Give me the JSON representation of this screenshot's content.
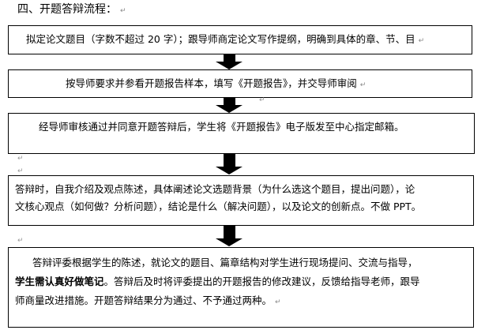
{
  "heading": {
    "text": "四、开题答辩流程：",
    "mark": "↵"
  },
  "steps": [
    {
      "text": "拟定论文题目（字数不超过 20 字）；跟导师商定论文写作提纲，明确到具体的章、节、目",
      "mark": "↵"
    },
    {
      "text": "按导师要求并参看开题报告样本，填写《开题报告》，并交导师审阅",
      "mark": "↵"
    },
    {
      "text": "经导师审核通过并同意开题答辩后，学生将《开题报告》电子版发至中心指定邮箱。"
    },
    {
      "line1": "答辩时，自我介绍及观点陈述，具体阐述论文选题背景（为什么选这个题目，提出问题），论",
      "line2": "文核心观点（如何做？分析问题），结论是什么（解决问题），以及论文的创新点。不做 PPT。"
    },
    {
      "line1": "答辩评委根据学生的陈述，就论文的题目、篇章结构对学生进行现场提问、交流与指导，",
      "line2_bold": "学生需认真好做笔记",
      "line2_rest": "。答辩后及时将评委提出的开题报告的修改建议，反馈给指导老师，跟导",
      "line3": "师商量改进措施。开题答辩结果分为通过、不予通过两种。",
      "mark": "↵"
    }
  ],
  "arrow_icon": "down-arrow-icon",
  "paragraph_mark": "↵"
}
